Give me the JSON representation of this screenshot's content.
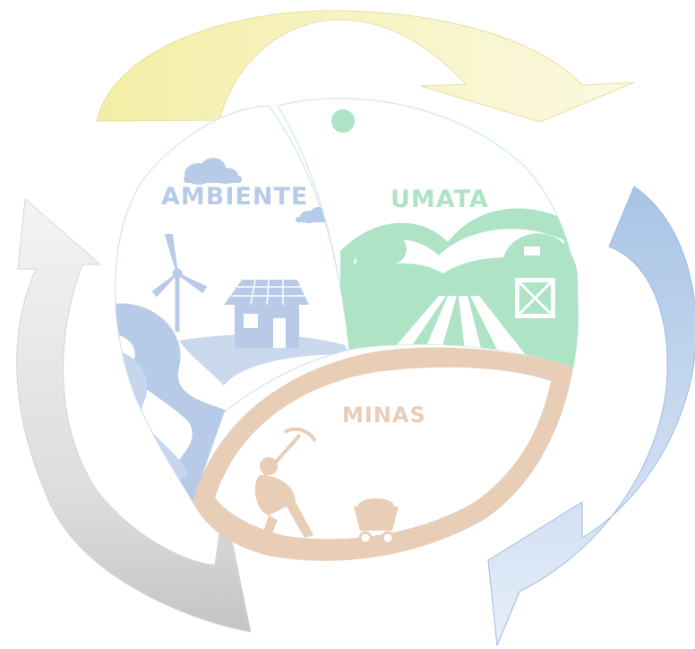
{
  "segments": {
    "ambiente": {
      "label": "AMBIENTE",
      "color": "#b7cbe8"
    },
    "umata": {
      "label": "UMATA",
      "color": "#aee3c5"
    },
    "minas": {
      "label": "MINAS",
      "color": "#e8cdb7"
    }
  },
  "arrows": {
    "top": {
      "color": "#f5f0b4"
    },
    "right": {
      "color": "#a9c5e6"
    },
    "left": {
      "color": "#cfcfcf"
    }
  },
  "icons": [
    "cloud-icon",
    "wind-turbine-icon",
    "solar-house-icon",
    "river-icon",
    "tree-icon",
    "chicken-icon",
    "barn-icon",
    "field-rows-icon",
    "sun-icon",
    "miner-icon",
    "mine-cart-icon"
  ]
}
